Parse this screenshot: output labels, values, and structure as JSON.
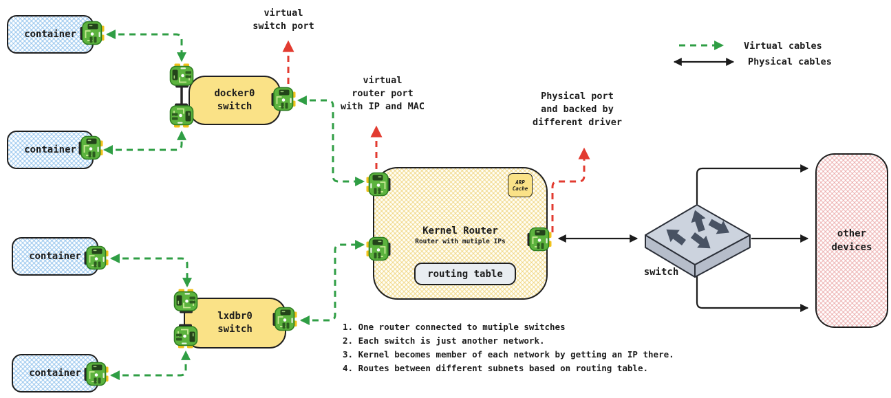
{
  "colors": {
    "virtual-cable": "#2f9e44",
    "physical-cable": "#1c1c1c",
    "callout-arrow": "#e23b30",
    "bridge-fill": "#fae287",
    "nic-body": "#5cb33e"
  },
  "containers": [
    "container",
    "container",
    "container",
    "container"
  ],
  "bridges": [
    {
      "label": "docker0\nswitch"
    },
    {
      "label": "lxdbr0\nswitch"
    }
  ],
  "router": {
    "title": "Kernel Router",
    "subtitle": "Router with mutiple IPs",
    "arp_cache": "ARP\nCache",
    "routing_table": "routing table"
  },
  "callouts": {
    "virtual_switch_port": "virtual\nswitch port",
    "virtual_router_port": "virtual\nrouter port\nwith IP and MAC",
    "physical_port": "Physical port\nand backed by\ndifferent driver"
  },
  "physical": {
    "switch_label": "switch",
    "other_devices": "other\ndevices"
  },
  "legend": {
    "virtual": "Virtual cables",
    "physical": "Physical cables"
  },
  "notes": [
    "1. One router connected to mutiple switches",
    "2. Each switch is just another network.",
    "3. Kernel becomes member of each network by getting an IP there.",
    "4. Routes between different subnets based on routing table."
  ]
}
